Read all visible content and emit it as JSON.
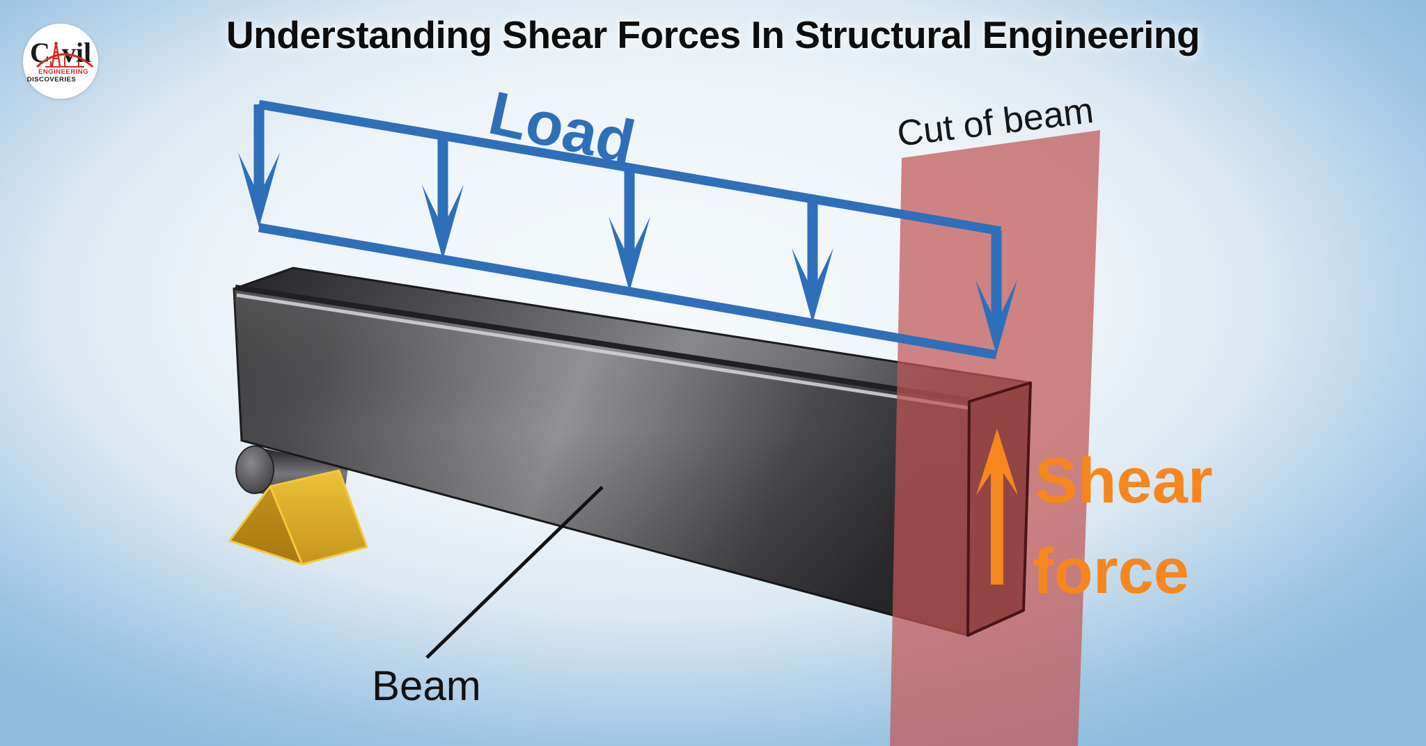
{
  "header": {
    "title": "Understanding Shear Forces In Structural Engineering",
    "logo": {
      "word": "Civil",
      "line1": "ENGINEERING",
      "line2": "DISCOVERIES"
    }
  },
  "diagram": {
    "labels": {
      "load": "Load",
      "cut_of_beam": "Cut of beam",
      "shear_line1": "Shear",
      "shear_line2": "force",
      "beam": "Beam"
    },
    "elements": {
      "load_arrows_count": 5,
      "supports": "roller on gold wedge at left end",
      "cut_plane": "translucent pink vertical band through beam near right end",
      "shear_arrow_direction": "upward at cut face"
    }
  },
  "colors": {
    "load-blue": "#2e6fba",
    "shear-orange": "#f6871f",
    "title-black": "#0d0d0d",
    "band-pink": "rgba(193,86,84,0.72)",
    "cap-outline": "#4a1518",
    "gold": "#e0ac25",
    "logo-red": "#d42a28"
  }
}
